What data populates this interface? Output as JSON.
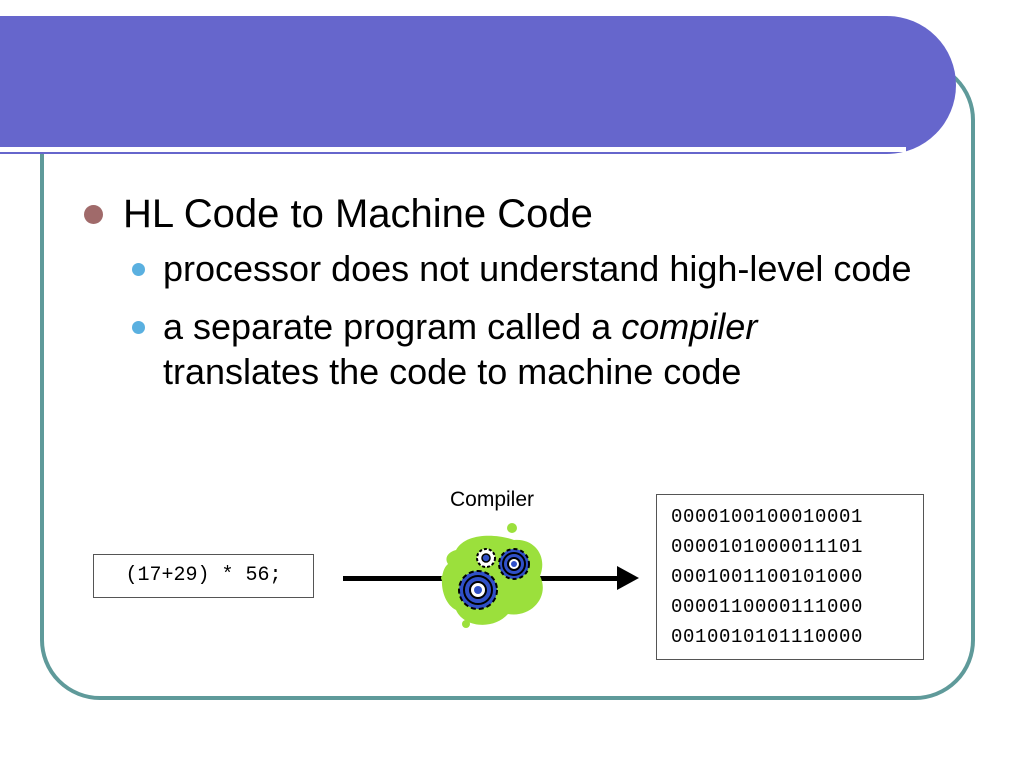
{
  "slide": {
    "main_bullet": "HL Code to Machine Code",
    "sub_bullets": [
      {
        "text": "processor does not understand high-level code"
      },
      {
        "before": "a separate program called a ",
        "emphasis": "compiler",
        "after": " translates the code to machine code"
      }
    ]
  },
  "diagram": {
    "source_code": "(17+29) * 56;",
    "compiler_label": "Compiler",
    "machine_code": [
      "0000100100010001",
      "0000101000011101",
      "0001001100101000",
      "0000110000111000",
      "0010010101110000"
    ]
  },
  "colors": {
    "banner": "#6666cc",
    "frame_border": "#5f9a9a",
    "main_bullet_dot": "#a06a6a",
    "sub_bullet_dot": "#5ab0e0",
    "gear_splash": "#9be03c",
    "gear_fill": "#3050c8"
  },
  "icons": {
    "compiler": "gears-icon"
  }
}
